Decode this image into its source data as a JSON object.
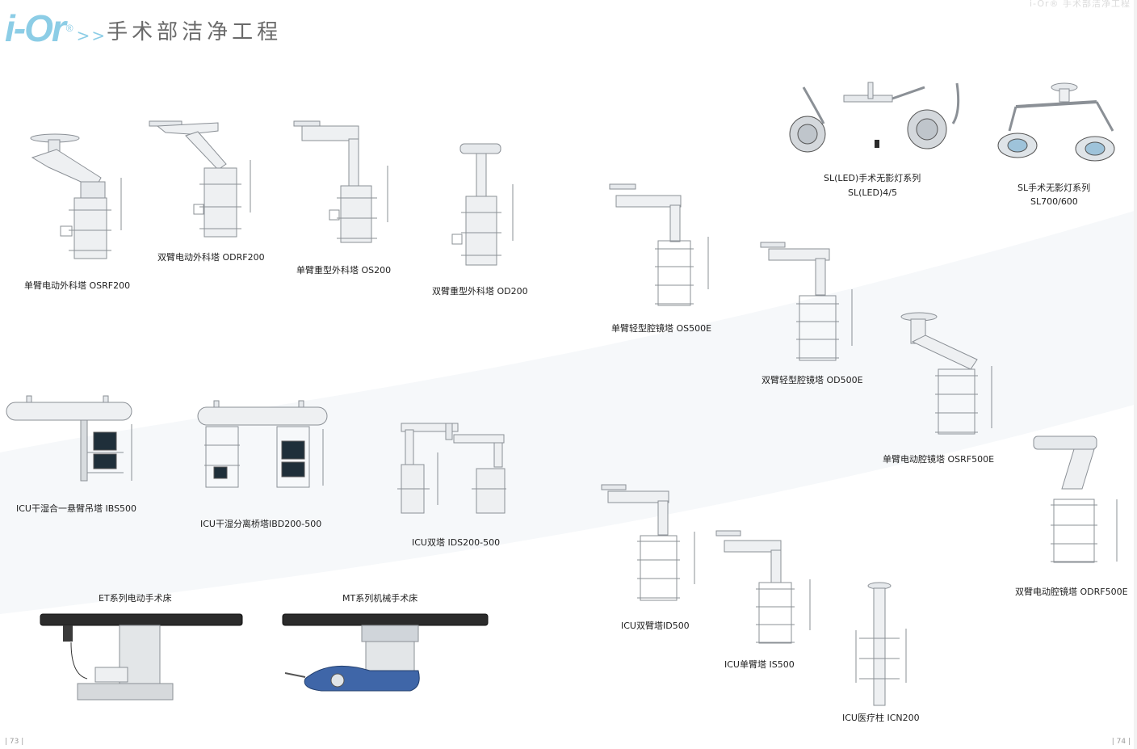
{
  "header": {
    "logo": "i-Or",
    "logo_mark": "®",
    "arrows": ">>",
    "title": "手术部洁净工程",
    "ghost_title": "i-Or®  手术部洁净工程"
  },
  "products": {
    "osrf200": "单臂电动外科塔 OSRF200",
    "odrf200": "双臂电动外科塔 ODRF200",
    "os200": "单臂重型外科塔 OS200",
    "od200": "双臂重型外科塔 OD200",
    "os500e": "单臂轻型腔镜塔 OS500E",
    "od500e": "双臂轻型腔镜塔 OD500E",
    "osrf500e": "单臂电动腔镜塔 OSRF500E",
    "odrf500e": "双臂电动腔镜塔 ODRF500E",
    "sl_led_name": "SL(LED)手术无影灯系列",
    "sl_led_model": "SL(LED)4/5",
    "sl_name": "SL手术无影灯系列",
    "sl_model": "SL700/600",
    "ibs500": "ICU干湿合一悬臂吊塔 IBS500",
    "ibd200": "ICU干湿分离桥塔IBD200-500",
    "ids200": "ICU双塔 IDS200-500",
    "et": "ET系列电动手术床",
    "mt": "MT系列机械手术床",
    "id500": "ICU双臂塔ID500",
    "is500": "ICU单臂塔 IS500",
    "icn200": "ICU医疗柱 ICN200"
  },
  "footer": {
    "left_page": "| 73 |",
    "right_page": "| 74 |"
  },
  "colors": {
    "accent": "#8ccde6",
    "equipment": "#e6e9ec",
    "outline": "#8b9096",
    "dark": "#2b2b2b"
  }
}
